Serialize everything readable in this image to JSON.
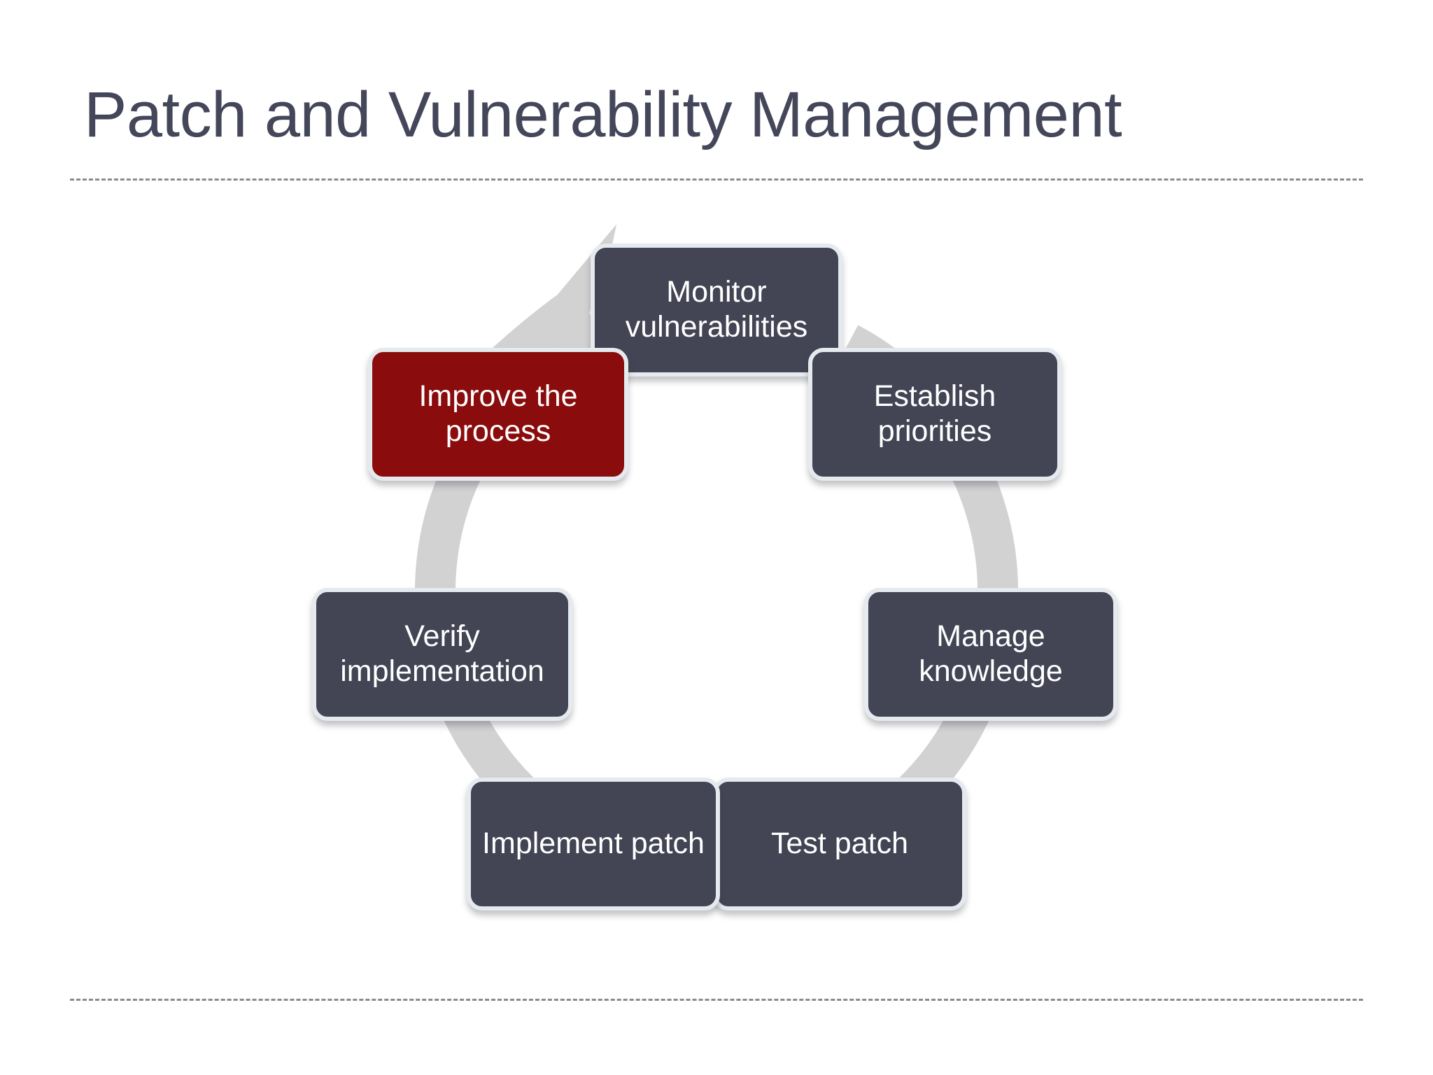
{
  "slide": {
    "title": "Patch and Vulnerability Management",
    "background_color": "#ffffff",
    "title_color": "#44465a",
    "divider_color": "#8a8a92"
  },
  "diagram": {
    "type": "cycle",
    "ring_color": "#d2d2d2",
    "node_fill": "#434454",
    "node_border": "#e4eaee",
    "node_text_color": "#ffffff",
    "accent_fill": "#8a0c0c",
    "direction": "clockwise",
    "nodes": [
      {
        "id": "monitor",
        "label": "Monitor vulnerabilities",
        "accent": false,
        "angle_deg": 0
      },
      {
        "id": "establish",
        "label": "Establish priorities",
        "accent": false,
        "angle_deg": 51
      },
      {
        "id": "manage",
        "label": "Manage knowledge",
        "accent": false,
        "angle_deg": 103
      },
      {
        "id": "test",
        "label": "Test patch",
        "accent": false,
        "angle_deg": 154
      },
      {
        "id": "implement",
        "label": "Implement patch",
        "accent": false,
        "angle_deg": 206
      },
      {
        "id": "verify",
        "label": "Verify implementation",
        "accent": false,
        "angle_deg": 257
      },
      {
        "id": "improve",
        "label": "Improve the process",
        "accent": true,
        "angle_deg": 309
      }
    ],
    "arrow": {
      "name": "cycle-arrowhead",
      "points_to": "monitor",
      "color": "#d2d2d2"
    }
  }
}
